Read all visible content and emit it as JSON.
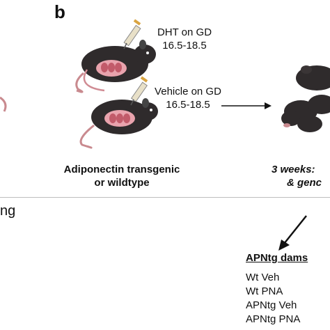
{
  "panel": {
    "letter": "b"
  },
  "treatments": {
    "dht": {
      "line1": "DHT on GD",
      "line2": "16.5-18.5"
    },
    "vehicle": {
      "line1": "Vehicle on GD",
      "line2": "16.5-18.5"
    }
  },
  "dams": {
    "line1": "Adiponectin transgenic",
    "line2": "or wildtype"
  },
  "offspring": {
    "line1": "3 weeks:",
    "line2": "& genc"
  },
  "left_fragment": {
    "text": "ng"
  },
  "group": {
    "title": "APNtg dams",
    "items": [
      "Wt Veh",
      "Wt PNA",
      "APNtg Veh",
      "APNtg PNA"
    ]
  },
  "colors": {
    "mouse": "#2f2b2c",
    "belly": "#e9a3ad",
    "syringe": "#d9a441",
    "arrow": "#111111"
  }
}
